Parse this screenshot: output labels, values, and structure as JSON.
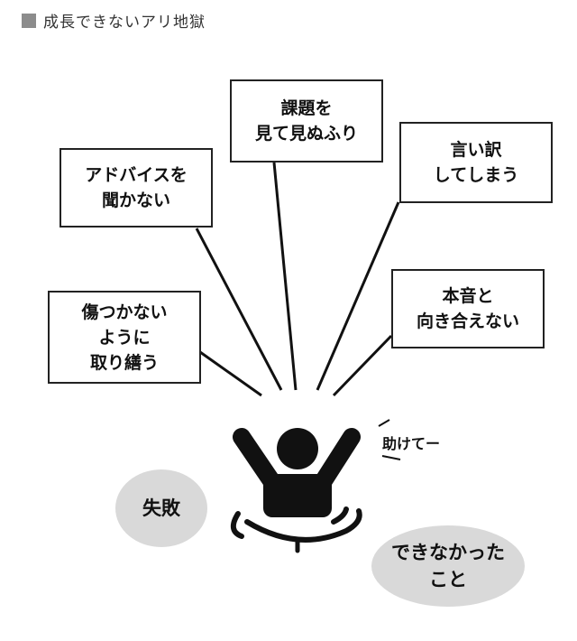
{
  "header": {
    "title": "成長できないアリ地獄"
  },
  "boxes": {
    "advice": "アドバイスを\n聞かない",
    "ignore": "課題を\n見て見ぬふり",
    "excuse": "言い訳\nしてしまう",
    "hurt": "傷つかない\nように\n取り繕う",
    "honest": "本音と\n向き合えない"
  },
  "shout": "助けてー",
  "bubbles": {
    "failure": "失敗",
    "cannot": "できなかった\nこと"
  },
  "colors": {
    "line": "#111111",
    "bubble": "#d9d9d9",
    "header_square": "#8c8c8c"
  }
}
